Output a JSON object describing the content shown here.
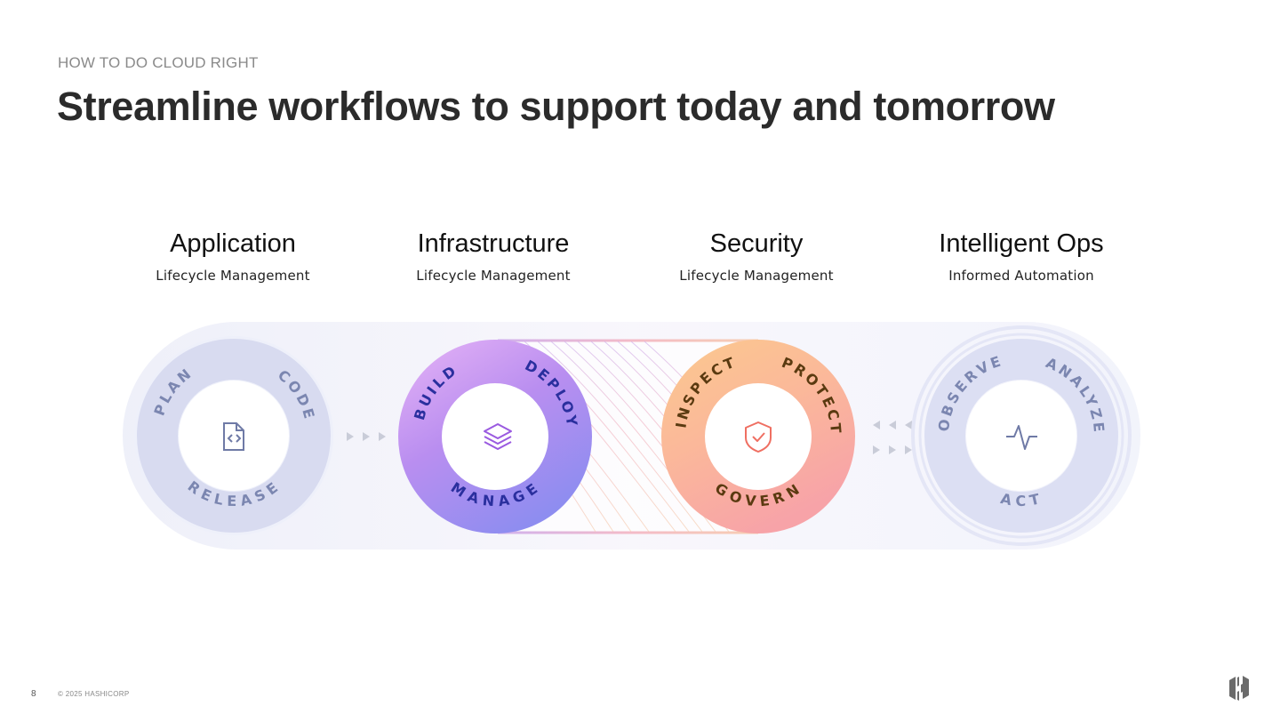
{
  "header": {
    "eyebrow": "HOW TO DO CLOUD RIGHT",
    "title": "Streamline workflows to support today and tomorrow"
  },
  "columns": [
    {
      "title": "Application",
      "subtitle": "Lifecycle Management"
    },
    {
      "title": "Infrastructure",
      "subtitle": "Lifecycle Management"
    },
    {
      "title": "Security",
      "subtitle": "Lifecycle Management"
    },
    {
      "title": "Intelligent Ops",
      "subtitle": "Informed Automation"
    }
  ],
  "rings": {
    "application": {
      "labels": [
        "PLAN",
        "CODE",
        "RELEASE"
      ],
      "icon": "file-code-icon",
      "color": "#7b86b0"
    },
    "infrastructure": {
      "labels": [
        "BUILD",
        "DEPLOY",
        "MANAGE"
      ],
      "icon": "layers-icon",
      "color": "#2a2f9e"
    },
    "security": {
      "labels": [
        "INSPECT",
        "PROTECT",
        "GOVERN"
      ],
      "icon": "shield-check-icon",
      "color": "#5a3a10"
    },
    "intelligent_ops": {
      "labels": [
        "OBSERVE",
        "ANALYZE",
        "ACT"
      ],
      "icon": "pulse-icon",
      "color": "#7b86b0"
    }
  },
  "footer": {
    "page_number": "8",
    "copyright": "© 2025 HASHICORP"
  },
  "logo": {
    "icon": "hashicorp-logo-icon"
  }
}
